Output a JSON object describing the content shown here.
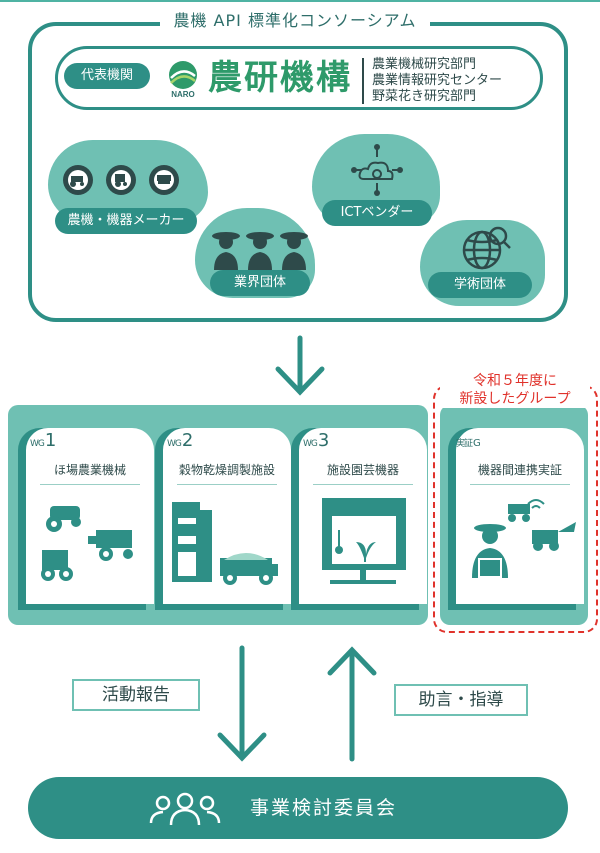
{
  "consortium": {
    "title": "農機 API 標準化コンソーシアム"
  },
  "naro": {
    "rep_label": "代表機関",
    "logo_text": "NARO",
    "name": "農研機構",
    "departments": [
      "農業機械研究部門",
      "農業情報研究センター",
      "野菜花き研究部門"
    ]
  },
  "members": {
    "manufacturer": "農機・機器メーカー",
    "industry": "業界団体",
    "ict": "ICTベンダー",
    "academic": "学術団体"
  },
  "working_groups": [
    {
      "prefix": "WG",
      "num": "1",
      "title": "ほ場農業機械"
    },
    {
      "prefix": "WG",
      "num": "2",
      "title": "穀物乾燥調製施設"
    },
    {
      "prefix": "WG",
      "num": "3",
      "title": "施設園芸機器"
    },
    {
      "prefix": "実証",
      "num": "G",
      "title": "機器間連携実証"
    }
  ],
  "new_group": {
    "line1": "令和５年度に",
    "line2": "新設したグループ"
  },
  "flows": {
    "report": "活動報告",
    "advice": "助言・指導"
  },
  "committee": {
    "name": "事業検討委員会"
  },
  "colors": {
    "teal_dark": "#2e8f86",
    "teal_light": "#6fc0b3",
    "red": "#e0322b"
  }
}
